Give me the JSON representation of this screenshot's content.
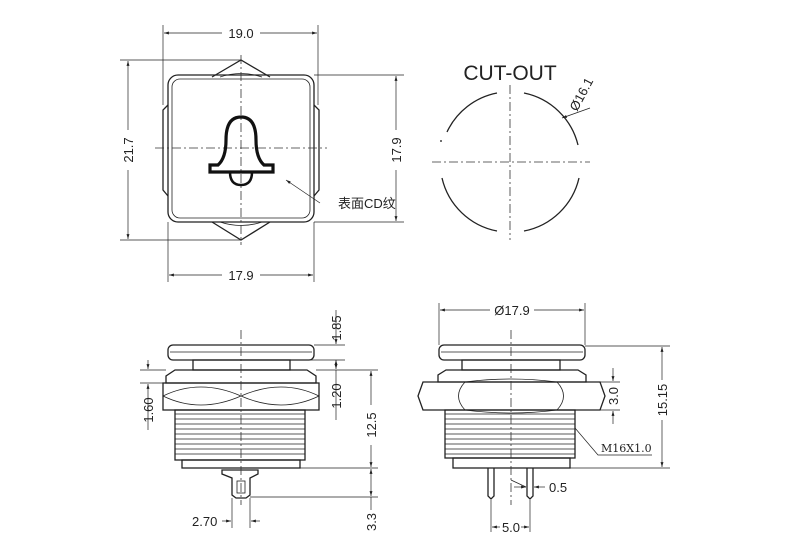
{
  "title": "CUT-OUT",
  "top_view": {
    "width_overall": "19.0",
    "height_overall": "21.7",
    "height_body": "17.9",
    "width_body": "17.9",
    "surface_note": "表面CD纹",
    "symbol": "bell-icon"
  },
  "cutout": {
    "diameter": "Ø16.1"
  },
  "side_view_left": {
    "cap_thickness": "1.85",
    "bezel": "1.20",
    "nut": "1.60",
    "body_length": "12.5",
    "terminal_length": "3.3",
    "terminal_width": "2.70"
  },
  "side_view_right": {
    "diameter": "Ø17.9",
    "nut_height": "3.0",
    "total_height": "15.15",
    "thread": "M16X1.0",
    "pin_width": "0.5",
    "pin_pitch": "5.0"
  }
}
